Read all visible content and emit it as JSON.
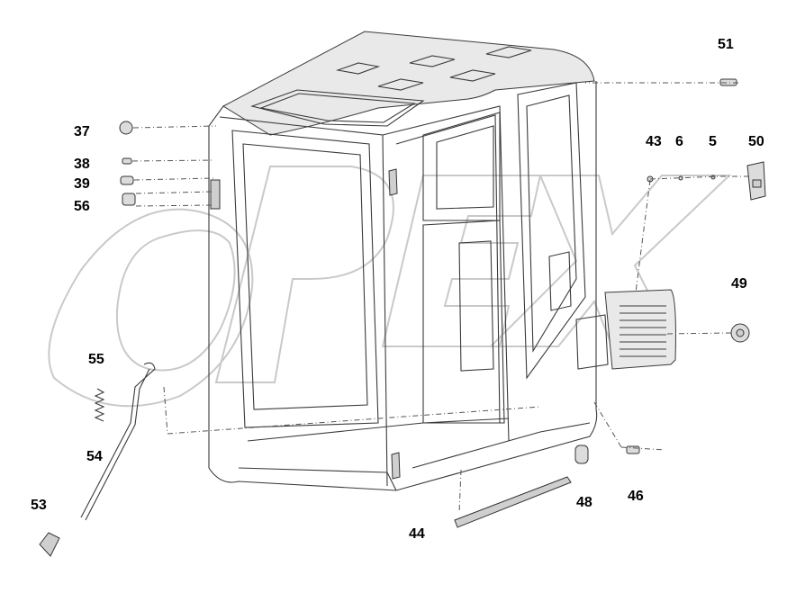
{
  "callouts": [
    {
      "id": "c51",
      "text": "51"
    },
    {
      "id": "c37",
      "text": "37"
    },
    {
      "id": "c38",
      "text": "38"
    },
    {
      "id": "c39",
      "text": "39"
    },
    {
      "id": "c56",
      "text": "56"
    },
    {
      "id": "c43",
      "text": "43"
    },
    {
      "id": "c6",
      "text": "6"
    },
    {
      "id": "c5",
      "text": "5"
    },
    {
      "id": "c50",
      "text": "50"
    },
    {
      "id": "c49",
      "text": "49"
    },
    {
      "id": "c55",
      "text": "55"
    },
    {
      "id": "c54",
      "text": "54"
    },
    {
      "id": "c53",
      "text": "53"
    },
    {
      "id": "c44",
      "text": "44"
    },
    {
      "id": "c48",
      "text": "48"
    },
    {
      "id": "c46",
      "text": "46"
    }
  ],
  "watermark": {
    "text": "OPEX"
  }
}
